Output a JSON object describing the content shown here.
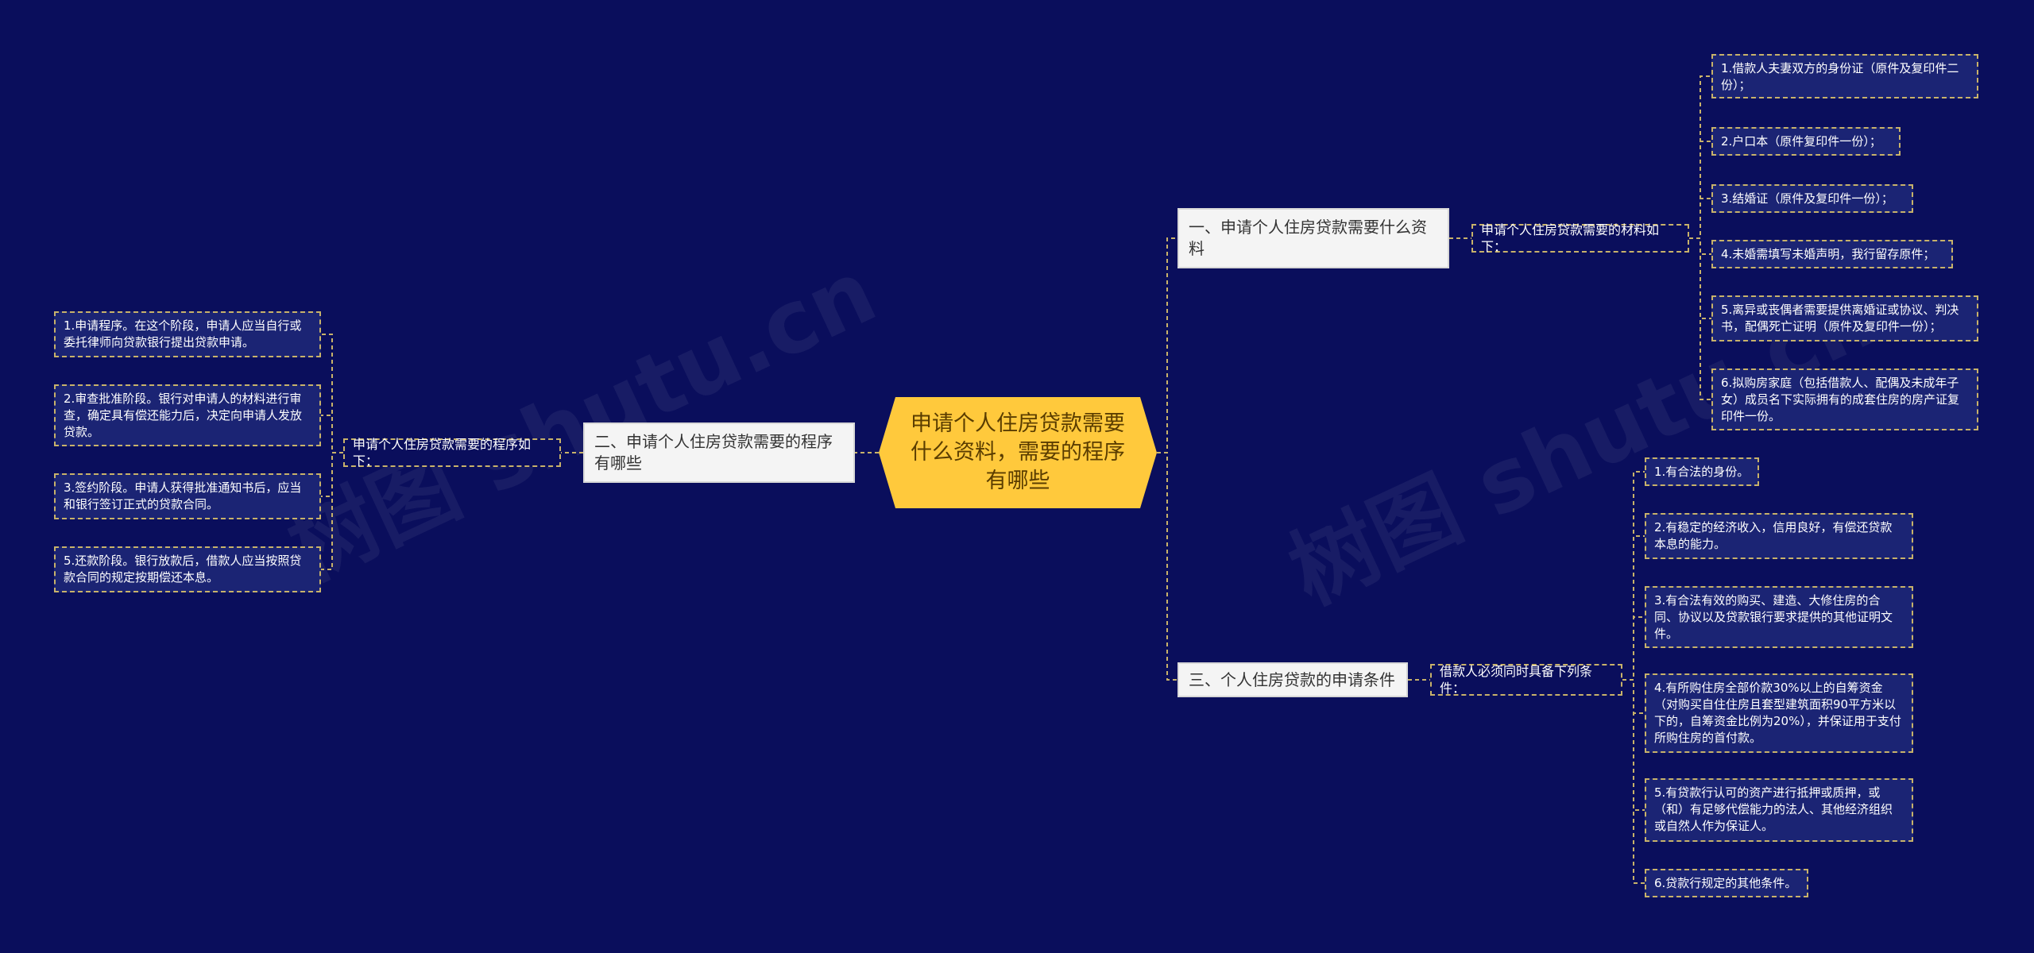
{
  "root": {
    "label": "申请个人住房贷款需要什么资料，需要的程序有哪些"
  },
  "branches": [
    {
      "label": "一、申请个人住房贷款需要什么资料",
      "mid": "申请个人住房贷款需要的材料如下：",
      "leaves": [
        "1.借款人夫妻双方的身份证（原件及复印件二份）；",
        "2.户口本（原件复印件一份）；",
        "3.结婚证（原件及复印件一份）；",
        "4.未婚需填写未婚声明，我行留存原件；",
        "5.离异或丧偶者需要提供离婚证或协议、判决书，配偶死亡证明（原件及复印件一份）；",
        "6.拟购房家庭（包括借款人、配偶及未成年子女）成员名下实际拥有的成套住房的房产证复印件一份。"
      ]
    },
    {
      "label": "二、申请个人住房贷款需要的程序有哪些",
      "mid": "申请个人住房贷款需要的程序如下：",
      "leaves": [
        "1.申请程序。在这个阶段，申请人应当自行或委托律师向贷款银行提出贷款申请。",
        "2.审查批准阶段。银行对申请人的材料进行审查，确定具有偿还能力后，决定向申请人发放贷款。",
        "3.签约阶段。申请人获得批准通知书后，应当和银行签订正式的贷款合同。",
        "5.还款阶段。银行放款后，借款人应当按照贷款合同的规定按期偿还本息。"
      ]
    },
    {
      "label": "三、个人住房贷款的申请条件",
      "mid": "借款人必须同时具备下列条件：",
      "leaves": [
        "1.有合法的身份。",
        "2.有稳定的经济收入，信用良好，有偿还贷款本息的能力。",
        "3.有合法有效的购买、建造、大修住房的合同、协议以及贷款银行要求提供的其他证明文件。",
        "4.有所购住房全部价款30%以上的自筹资金（对购买自住住房且套型建筑面积90平方米以下的，自筹资金比例为20%），并保证用于支付所购住房的首付款。",
        "5.有贷款行认可的资产进行抵押或质押，或（和）有足够代偿能力的法人、其他经济组织或自然人作为保证人。",
        "6.贷款行规定的其他条件。"
      ]
    }
  ],
  "watermarks": [
    "树图 shutu.cn",
    "树图 shutu.cn"
  ],
  "colors": {
    "background": "#0a0e5c",
    "root": "#ffc93c",
    "branch": "#f4f4f4",
    "connector": "#c8b26a",
    "leaf": "#1b2474"
  }
}
